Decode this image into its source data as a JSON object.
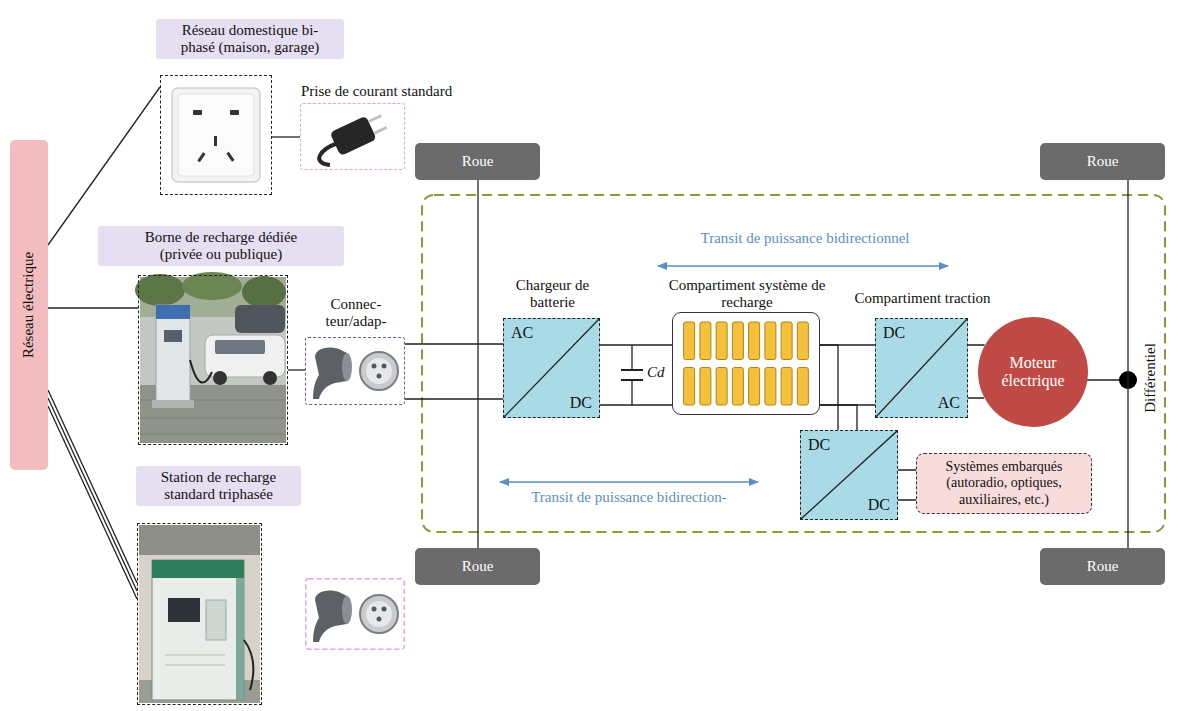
{
  "diagram": {
    "nodes": [
      {
        "text": [
          "Réseau électrique"
        ]
      },
      {
        "text": [
          "Réseau domestique bi- phasé (maison, garage)"
        ]
      },
      {
        "text": [
          "Prise de courant standard"
        ]
      },
      {
        "text": [
          "Borne de recharge dédiée (privée ou publique)"
        ]
      },
      {
        "text": [
          "Connec- teur/adap-"
        ]
      },
      {
        "text": [
          "Station de recharge standard triphasée"
        ]
      },
      {
        "text": [
          "Roue"
        ]
      },
      {
        "text": [
          "Roue"
        ]
      },
      {
        "text": [
          "Chargeur de batterie",
          "AC",
          "DC"
        ]
      },
      {
        "text": [
          "Compartiment système de recharge"
        ]
      },
      {
        "text": [
          "Compartiment traction",
          "DC",
          "AC"
        ]
      },
      {
        "text": [
          "Moteur électrique"
        ]
      },
      {
        "text": [
          "DC",
          "DC"
        ]
      },
      {
        "text": [
          "Systèmes embarqués (autoradio, optiques, auxiliaires, etc.)"
        ]
      },
      {
        "text": [
          "Roue"
        ]
      },
      {
        "text": [
          "Roue"
        ]
      }
    ],
    "edges": [
      {
        "from": 0,
        "to": 1,
        "arrow": "none"
      },
      {
        "from": 0,
        "to": 3,
        "arrow": "none"
      },
      {
        "from": 0,
        "to": 5,
        "arrow": "none"
      },
      {
        "from": 1,
        "to": 2,
        "arrow": "none"
      },
      {
        "from": 3,
        "to": 4,
        "arrow": "none"
      },
      {
        "from": 4,
        "to": 8,
        "arrow": "none"
      },
      {
        "from": 8,
        "to": 9,
        "arrow": "none"
      },
      {
        "from": 9,
        "to": 10,
        "arrow": "none"
      },
      {
        "from": 9,
        "to": 12,
        "arrow": "none"
      },
      {
        "from": 12,
        "to": 13,
        "arrow": "none"
      },
      {
        "from": 10,
        "to": 11,
        "arrow": "none"
      },
      {
        "from": 6,
        "to": 14,
        "arrow": "none"
      },
      {
        "from": 7,
        "to": 15,
        "arrow": "none"
      }
    ],
    "labels": [
      "Transit de puissance bidirectionnel",
      "Transit de puissance bidirection-",
      "Cd",
      "Différentiel"
    ]
  }
}
